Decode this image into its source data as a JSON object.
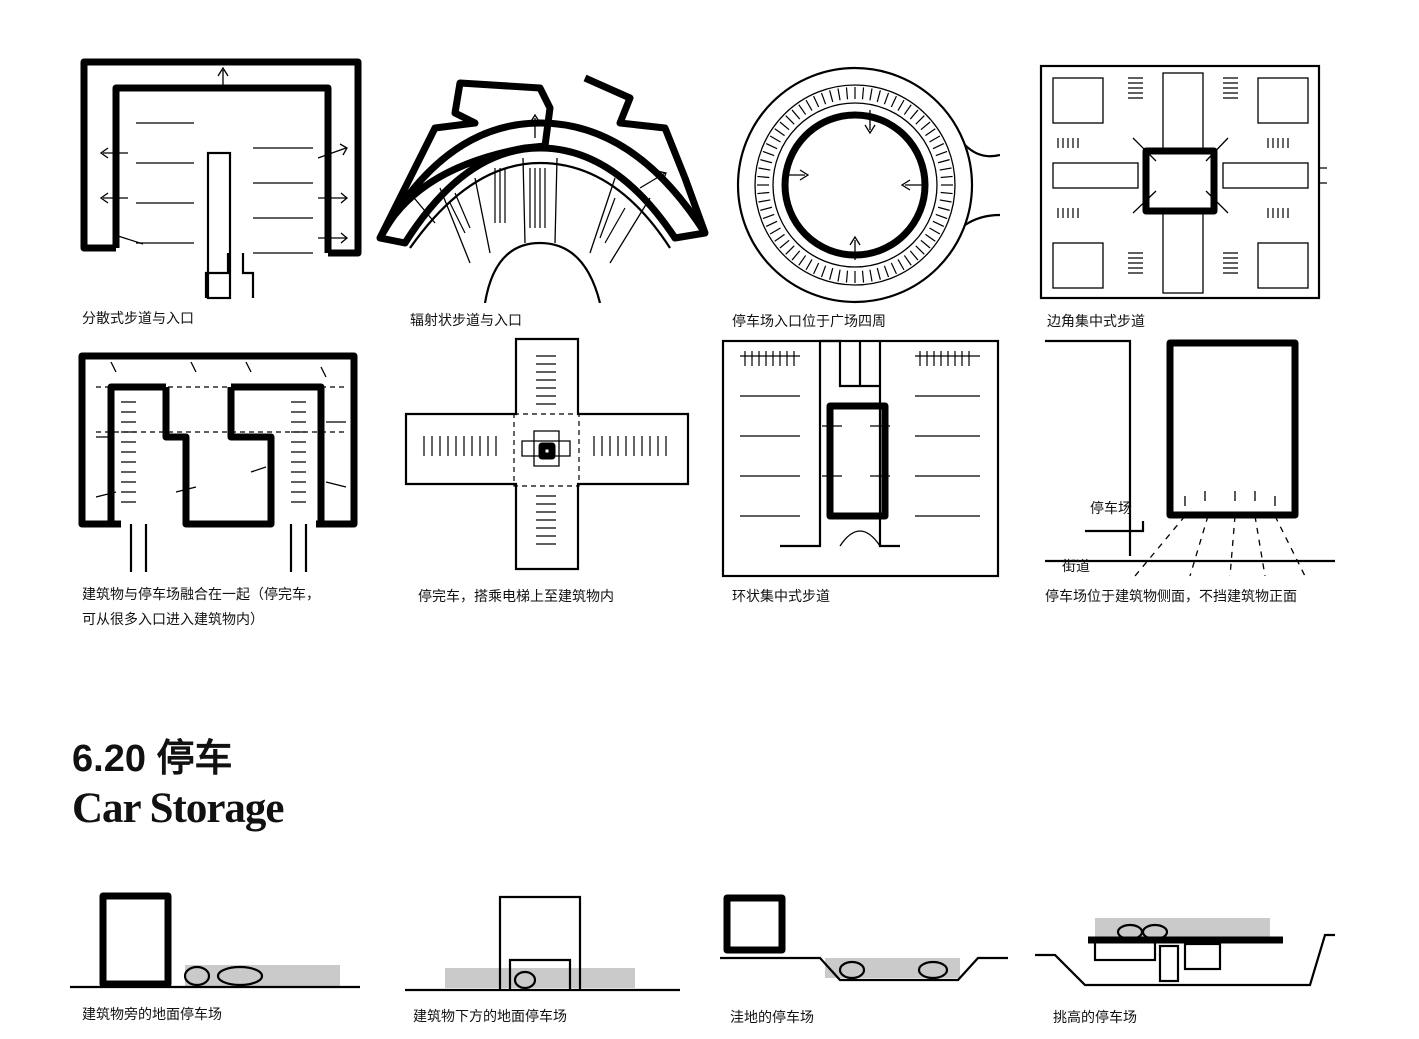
{
  "layouts": [
    {
      "caption": "分散式步道与入口"
    },
    {
      "caption": "辐射状步道与入口"
    },
    {
      "caption": "停车场入口位于广场四周"
    },
    {
      "caption": "边角集中式步道"
    },
    {
      "caption_lines": [
        "建筑物与停车场融合在一起（停完车，",
        "可从很多入口进入建筑物内）"
      ]
    },
    {
      "caption": "停完车，搭乘电梯上至建筑物内"
    },
    {
      "caption": "环状集中式步道"
    },
    {
      "caption": "停车场位于建筑物侧面，不挡建筑物正面",
      "labels": {
        "parking": "停车场",
        "street": "街道"
      }
    }
  ],
  "section_title": {
    "number_cn": "6.20  停车",
    "english": "Car Storage"
  },
  "storage_types": [
    {
      "caption": "建筑物旁的地面停车场"
    },
    {
      "caption": "建筑物下方的地面停车场"
    },
    {
      "caption": "洼地的停车场"
    },
    {
      "caption": "挑高的停车场"
    }
  ],
  "colors": {
    "ink": "#000000",
    "paper": "#ffffff",
    "stipple": "#bdbdbd"
  }
}
